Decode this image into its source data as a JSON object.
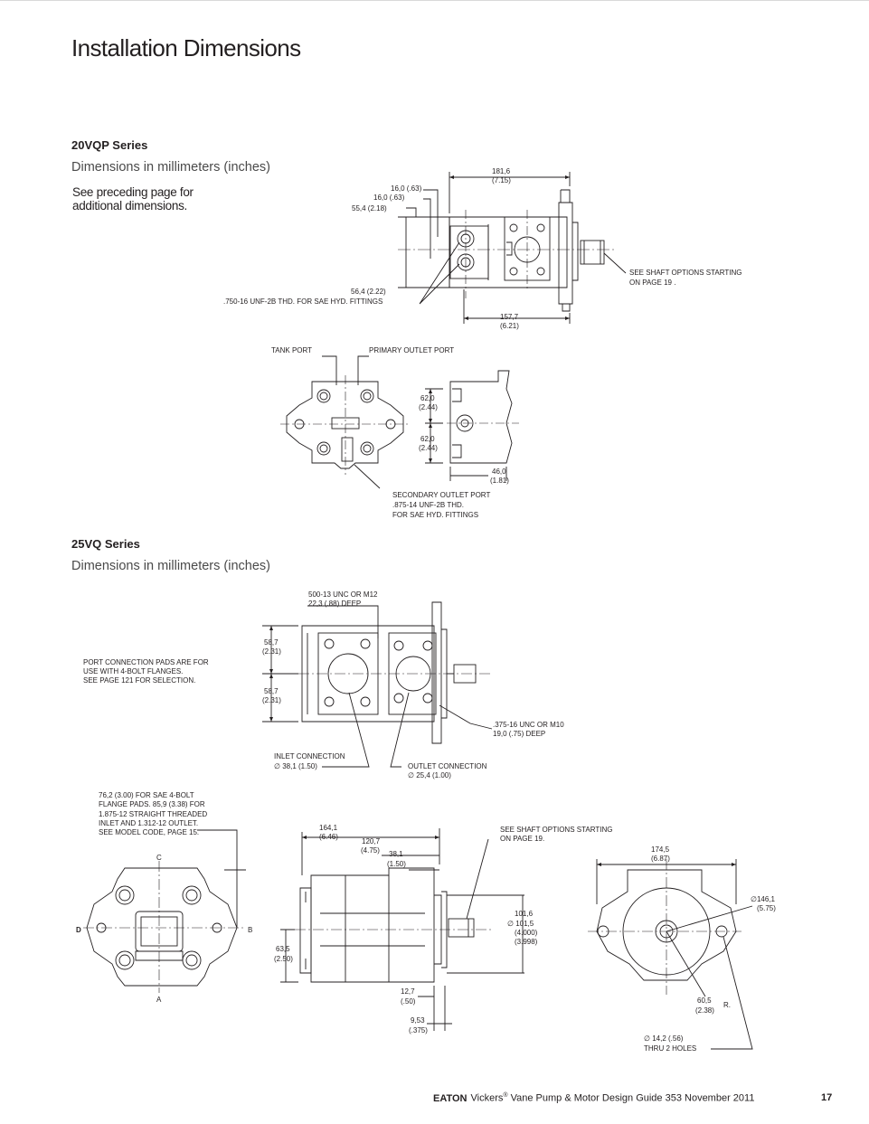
{
  "page_title": "Installation Dimensions",
  "s1": {
    "heading": "20VQP Series",
    "subheading": "Dimensions in millimeters (inches)",
    "note_line1": "See preceding page for",
    "note_line2": "additional dimensions.",
    "dim_181_mm": "181,6",
    "dim_181_in": "(7.15)",
    "dim_16a": "16,0 (.63)",
    "dim_16b": "16,0 (.63)",
    "dim_55": "55,4 (2.18)",
    "dim_56": "56,4 (2.22)",
    "thread": ".750-16 UNF-2B THD. FOR SAE HYD. FITTINGS",
    "dim_157_mm": "157,7",
    "dim_157_in": "(6.21)",
    "shaft_1": "SEE SHAFT OPTIONS STARTING",
    "shaft_2": "ON PAGE 19 .",
    "tank_port": "TANK PORT",
    "primary_outlet": "PRIMARY OUTLET PORT",
    "dim_62a_mm": "62,0",
    "dim_62a_in": "(2.44)",
    "dim_62b_mm": "62,0",
    "dim_62b_in": "(2.44)",
    "dim_46_mm": "46,0",
    "dim_46_in": "(1.81)",
    "sec_1": "SECONDARY OUTLET PORT",
    "sec_2": ".875-14 UNF-2B THD.",
    "sec_3": "FOR SAE HYD. FITTINGS"
  },
  "s2": {
    "heading": "25VQ Series",
    "subheading": "Dimensions in millimeters (inches)",
    "unc500_1": "500-13 UNC OR M12",
    "unc500_2": "22,3 (.88) DEEP",
    "dim_587a_mm": "58,7",
    "dim_587a_in": "(2.31)",
    "dim_587b_mm": "58,7",
    "dim_587b_in": "(2.31)",
    "pad_1": "PORT CONNECTION PADS ARE FOR",
    "pad_2": "USE WITH 4-BOLT FLANGES.",
    "pad_3": "SEE PAGE 121 FOR SELECTION.",
    "unc375_1": ".375-16 UNC OR M10",
    "unc375_2": "19,0 (.75) DEEP",
    "inlet_1": "INLET CONNECTION",
    "inlet_2": "∅ 38,1 (1.50)",
    "outlet_1": "OUTLET CONNECTION",
    "outlet_2": "∅ 25,4 (1.00)",
    "flange_1": "76,2 (3.00) FOR SAE 4-BOLT",
    "flange_2": "FLANGE PADS.  85,9 (3.38) FOR",
    "flange_3": "1.875-12 STRAIGHT THREADED",
    "flange_4": "INLET AND 1.312-12 OUTLET.",
    "flange_5": "SEE MODEL CODE, PAGE 15.",
    "letter_c": "C",
    "letter_a": "A",
    "letter_d": "D",
    "letter_b": "B",
    "dim_164_mm": "164,1",
    "dim_164_in": "(6.46)",
    "dim_120_mm": "120,7",
    "dim_120_in": "(4.75)",
    "dim_38_mm": "38,1",
    "dim_38_in": "(1.50)",
    "shaft_1": "SEE SHAFT OPTIONS STARTING",
    "shaft_2": "ON PAGE 19.",
    "dim_635_mm": "63,5",
    "dim_635_in": "(2.50)",
    "dim_101a": "101,6",
    "dim_101b": "∅ 101,5",
    "dim_101c": "(4.000)",
    "dim_101d": "(3.998)",
    "dim_127_mm": "12,7",
    "dim_127_in": "(.50)",
    "dim_953_mm": "9,53",
    "dim_953_in": "(.375)",
    "dim_174_mm": "174,5",
    "dim_174_in": "(6.87)",
    "dim_146_mm": "∅146,1",
    "dim_146_in": "(5.75)",
    "dim_605_mm": "60,5",
    "dim_605_in": "(2.38)",
    "r_label": "R.",
    "holes_1": "∅ 14,2 (.56)",
    "holes_2": "THRU 2 HOLES"
  },
  "footer": {
    "brand": "EATON",
    "text_a": "Vickers",
    "reg": "®",
    "text_b": " Vane Pump & Motor Design Guide  353  November 2011",
    "page_number": "17"
  }
}
